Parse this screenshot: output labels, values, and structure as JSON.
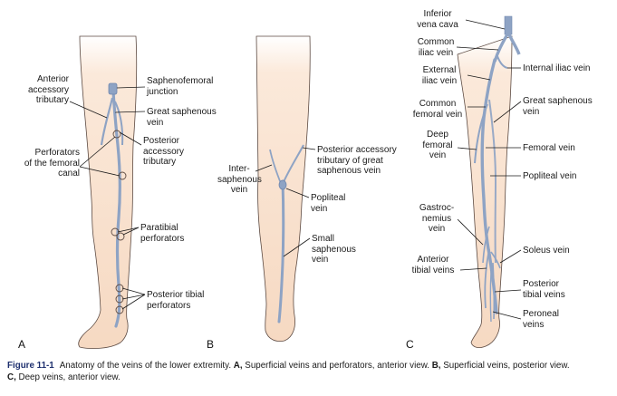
{
  "colors": {
    "skin": "#f8dfca",
    "skin_outline": "#5c4a42",
    "vein": "#8ea3c4",
    "vein_dark": "#6f86ad",
    "caption_label": "#1d2f6e"
  },
  "panels": {
    "a": "A",
    "b": "B",
    "c": "C"
  },
  "labels": {
    "a": {
      "anterior_accessory": "Anterior\naccessory\ntributary",
      "saphenofemoral": "Saphenofemoral\njunction",
      "great_saphenous": "Great saphenous\nvein",
      "perforators_femoral": "Perforators\nof the femoral\ncanal",
      "posterior_accessory": "Posterior\naccessory\ntributary",
      "paratibial": "Paratibial\nperforators",
      "posterior_tibial_perf": "Posterior tibial\nperforators"
    },
    "b": {
      "posterior_accessory_great": "Posterior accessory\ntributary of great\nsaphenous vein",
      "intersaphenous": "Inter-\nsaphenous\nvein",
      "popliteal": "Popliteal\nvein",
      "small_saphenous": "Small\nsaphenous\nvein"
    },
    "c": {
      "inferior_vena_cava": "Inferior\nvena cava",
      "common_iliac": "Common\niliac vein",
      "internal_iliac": "Internal iliac vein",
      "external_iliac": "External\niliac vein",
      "common_femoral": "Common\nfemoral vein",
      "great_saphenous": "Great saphenous\nvein",
      "deep_femoral": "Deep\nfemoral\nvein",
      "femoral": "Femoral vein",
      "popliteal": "Popliteal vein",
      "gastrocnemius": "Gastroc-\nnemius\nvein",
      "soleus": "Soleus vein",
      "anterior_tibial": "Anterior\ntibial veins",
      "posterior_tibial": "Posterior\ntibial veins",
      "peroneal": "Peroneal\nveins"
    }
  },
  "caption": {
    "figure_label": "Figure 11-1",
    "text_1": "Anatomy of the veins of the lower extremity. ",
    "bold_a": "A,",
    "text_2": " Superficial veins and perforators, anterior view. ",
    "bold_b": "B,",
    "text_3": " Superficial veins, posterior view.",
    "bold_c": "C,",
    "text_4": " Deep veins, anterior view."
  }
}
